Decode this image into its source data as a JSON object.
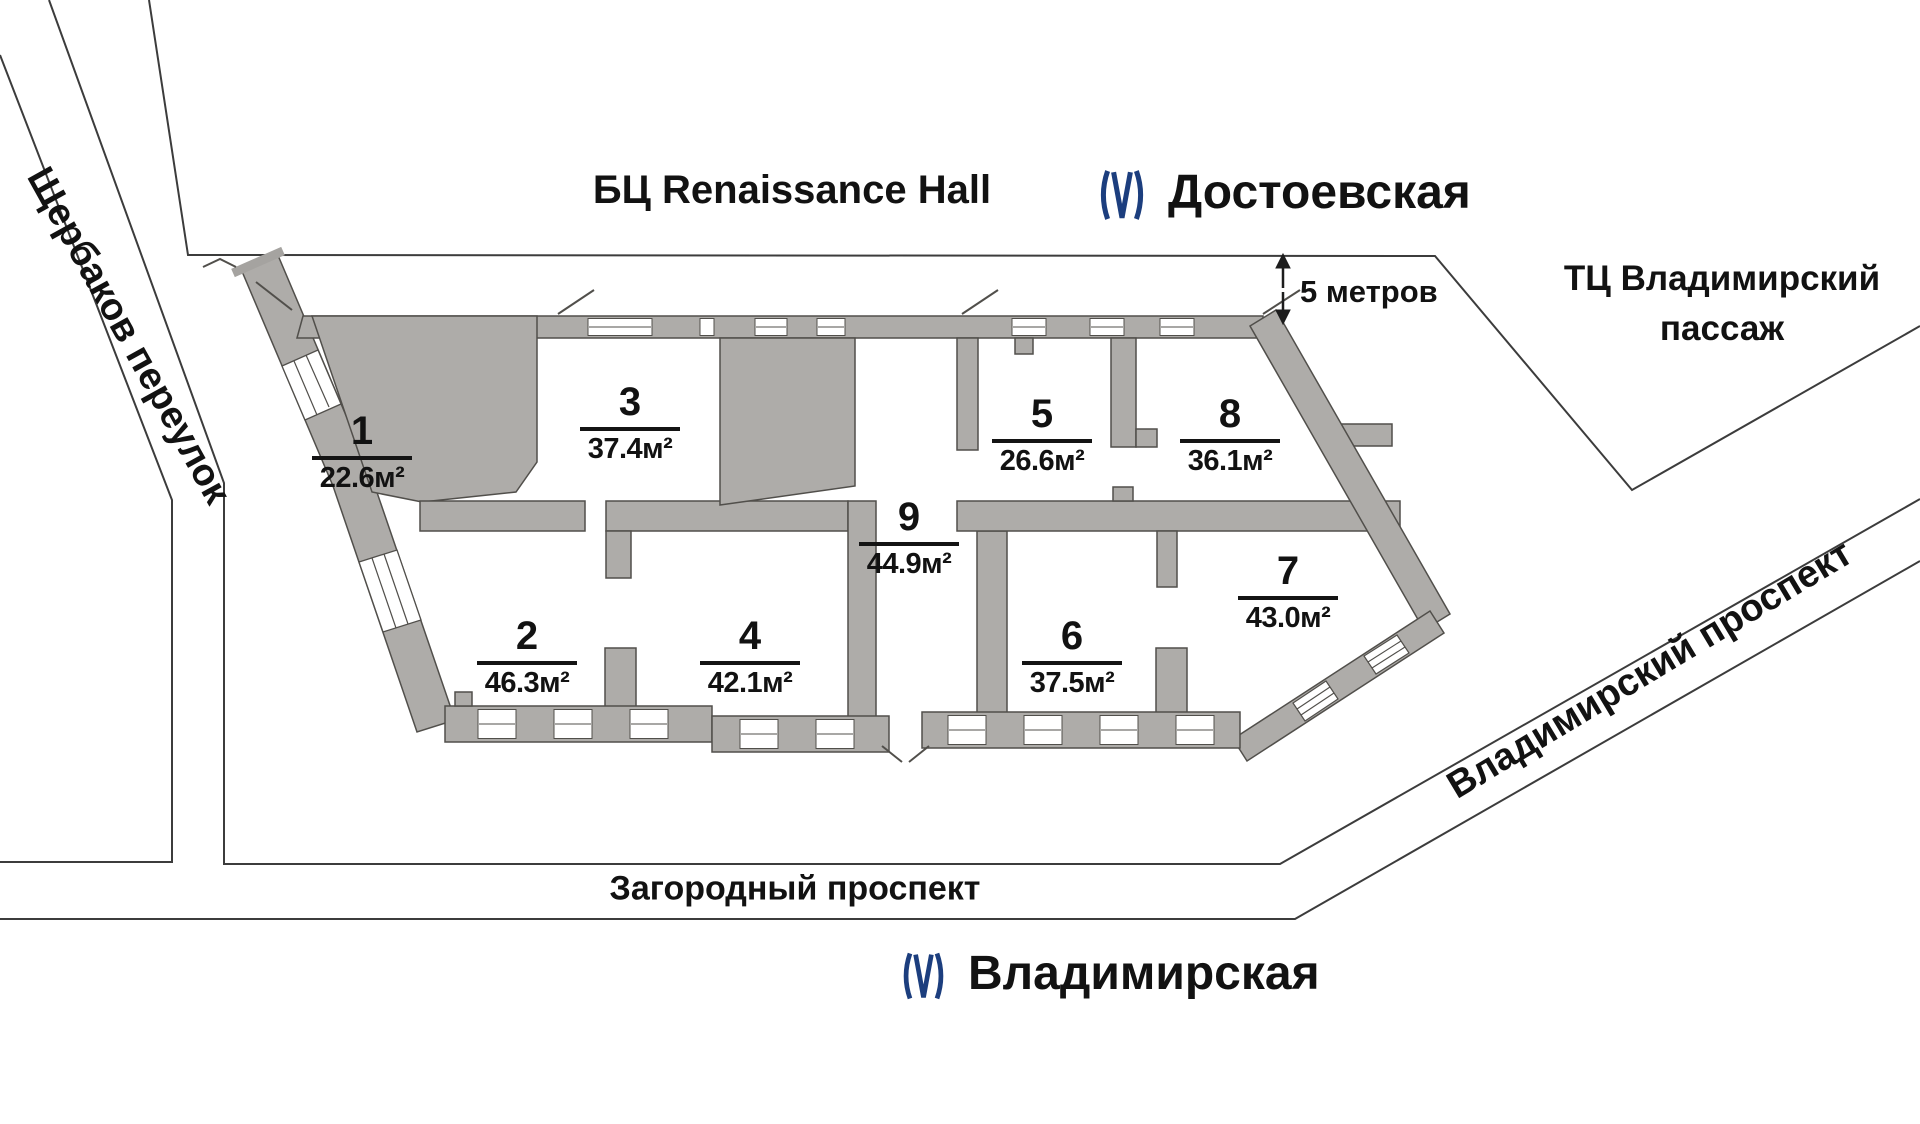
{
  "map": {
    "labels": {
      "business_center": "БЦ Renaissance Hall",
      "mall_line1": "ТЦ Владимирский",
      "mall_line2": "пассаж",
      "setback": "5 метров"
    },
    "stations": {
      "top": "Достоевская",
      "bottom": "Владимирская"
    },
    "streets": {
      "left": "Щербаков переулок",
      "bottom": "Загородный проспект",
      "right": "Владимирский проспект"
    },
    "rooms": [
      {
        "number": "1",
        "area": "22.6м²"
      },
      {
        "number": "2",
        "area": "46.3м²"
      },
      {
        "number": "3",
        "area": "37.4м²"
      },
      {
        "number": "4",
        "area": "42.1м²"
      },
      {
        "number": "5",
        "area": "26.6м²"
      },
      {
        "number": "6",
        "area": "37.5м²"
      },
      {
        "number": "7",
        "area": "43.0м²"
      },
      {
        "number": "8",
        "area": "36.1м²"
      },
      {
        "number": "9",
        "area": "44.9м²"
      }
    ],
    "colors": {
      "metro_blue": "#1c3e7e",
      "building_gray": "#aeaca9",
      "wall_outline": "#514f4b",
      "street_line": "#3c3c3c",
      "text": "#121212"
    },
    "icons": {
      "metro": "metro-logo-icon"
    }
  }
}
